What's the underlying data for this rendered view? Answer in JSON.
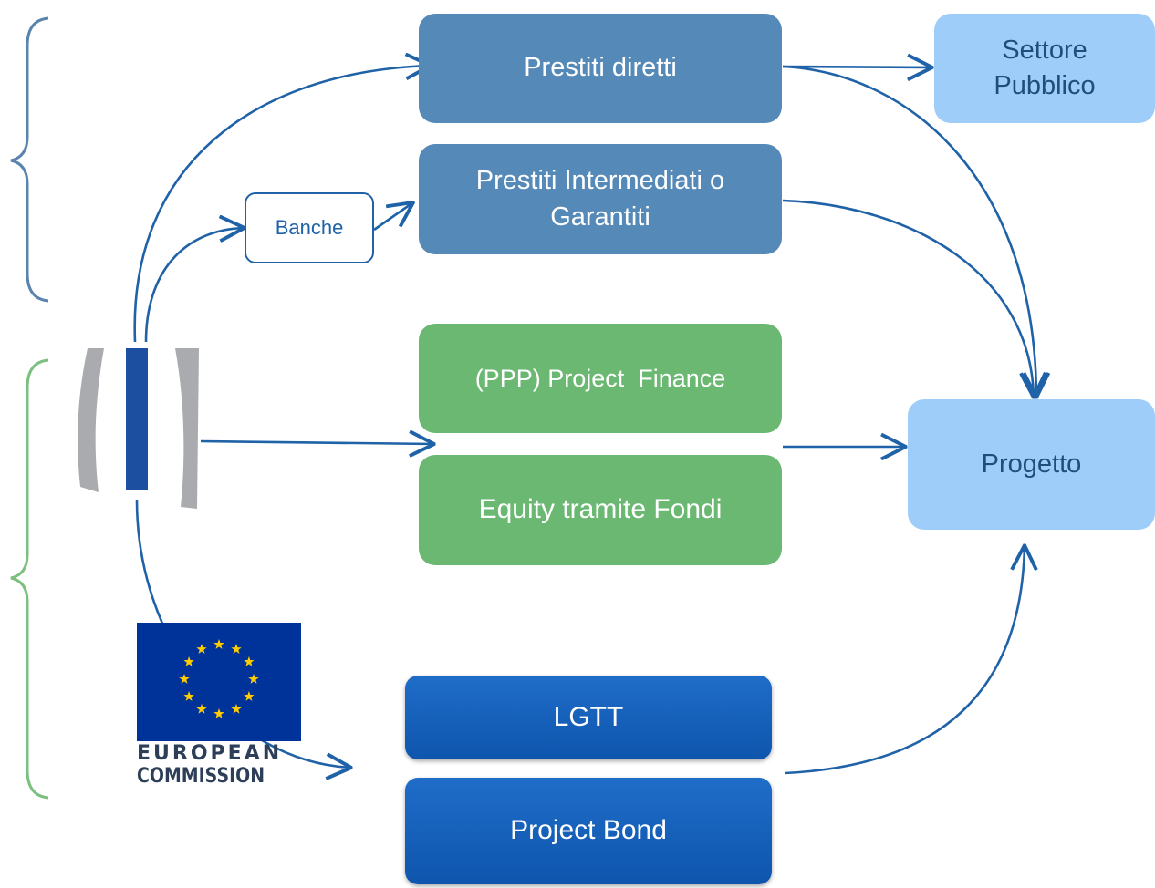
{
  "boxes": {
    "prestiti_diretti": "Prestiti diretti",
    "prestiti_intermediati": "Prestiti Intermediati o Garantiti",
    "banche": "Banche",
    "settore_pubblico": "Settore Pubblico",
    "ppp_project_finance": "(PPP) Project  Finance",
    "equity_fondi": "Equity tramite Fondi",
    "progetto": "Progetto",
    "lgtt": "LGTT",
    "project_bond": "Project Bond"
  },
  "logos": {
    "eib": {
      "name": "eib-logo",
      "colors": {
        "grey": "#a9abae",
        "blue": "#1d4fa0"
      }
    },
    "european_commission": {
      "name": "european-commission-logo",
      "line1": "EUROPEAN",
      "line2": "COMMISSION",
      "flag_color": "#003399",
      "star_color": "#ffcc00",
      "text_color": "#2d3f58"
    }
  },
  "colors": {
    "arrow": "#1f62a8",
    "brace_top": "#5a84ad",
    "brace_bottom": "#7bc07f",
    "box_blue": "#5589b8",
    "box_green": "#6bb872",
    "box_light": "#9fcdfa",
    "box_royal": "#0e55ad"
  }
}
